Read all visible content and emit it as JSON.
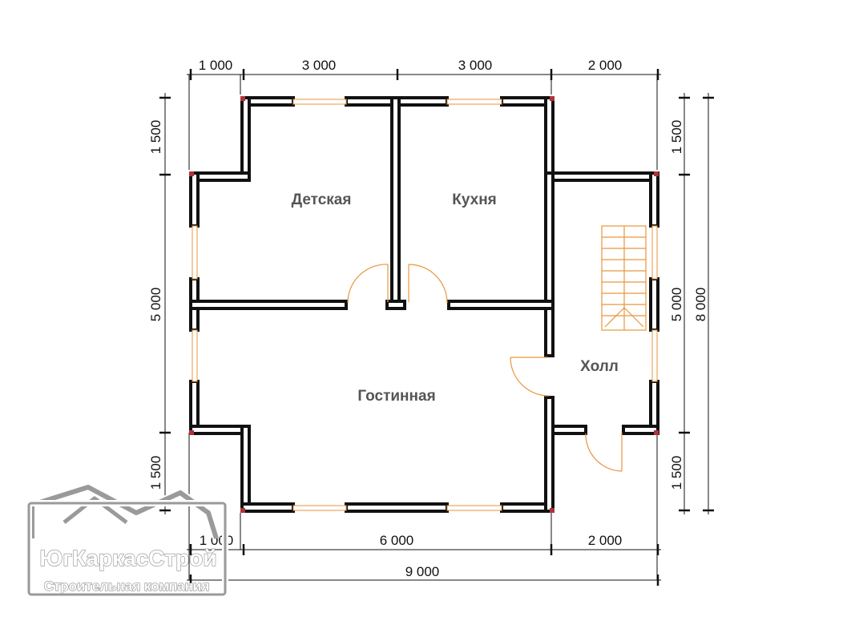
{
  "rooms": {
    "children": "Детская",
    "kitchen": "Кухня",
    "living": "Гостинная",
    "hall": "Холл"
  },
  "dimensions": {
    "top": [
      "1 000",
      "3 000",
      "3 000",
      "2 000"
    ],
    "bottom": [
      "1 000",
      "6 000",
      "2 000"
    ],
    "total_width": "9 000",
    "left": [
      "1 500",
      "5 000",
      "1 500"
    ],
    "right": [
      "1 500",
      "5 000",
      "1 500"
    ],
    "total_height": "8 000"
  },
  "watermark": {
    "company": "ЮгКаркасСтрой",
    "tagline": "Строительная компания"
  },
  "colors": {
    "wall_stroke": "#111111",
    "opening": "#e8963d",
    "corner_post": "#b0323a",
    "label": "#555555"
  }
}
